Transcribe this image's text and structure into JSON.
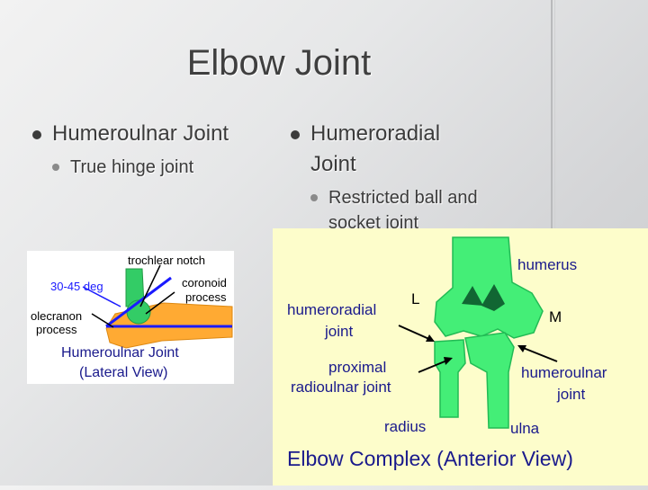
{
  "slide": {
    "title": "Elbow Joint",
    "left_bullet": {
      "text": "Humeroulnar Joint",
      "sub": "True hinge joint"
    },
    "right_bullet": {
      "text_line1": "Humeroradial",
      "text_line2": "Joint",
      "sub_line1": "Restricted ball and",
      "sub_line2": "socket joint"
    }
  },
  "figure_lateral": {
    "trochlear_notch": "trochlear notch",
    "angle": "30-45 deg",
    "coronoid_line1": "coronoid",
    "coronoid_line2": "process",
    "olecranon_line1": "olecranon",
    "olecranon_line2": "process",
    "caption_line1": "Humeroulnar Joint",
    "caption_line2": "(Lateral View)",
    "colors": {
      "bone_green": "#33cc66",
      "bone_orange": "#ffaa33",
      "axis_blue": "#1a1aff",
      "caption": "#1a1a8c"
    }
  },
  "figure_anterior": {
    "humerus": "humerus",
    "L": "L",
    "M": "M",
    "humeroradial_line1": "humeroradial",
    "humeroradial_line2": "joint",
    "humeroulnar_line1": "humeroulnar",
    "humeroulnar_line2": "joint",
    "proximal_line1": "proximal",
    "proximal_line2": "radioulnar joint",
    "radius": "radius",
    "ulna": "ulna",
    "caption": "Elbow Complex (Anterior View)",
    "colors": {
      "bone": "#44ee77",
      "label": "#1a1a8c",
      "background": "#fdfdcb"
    }
  }
}
